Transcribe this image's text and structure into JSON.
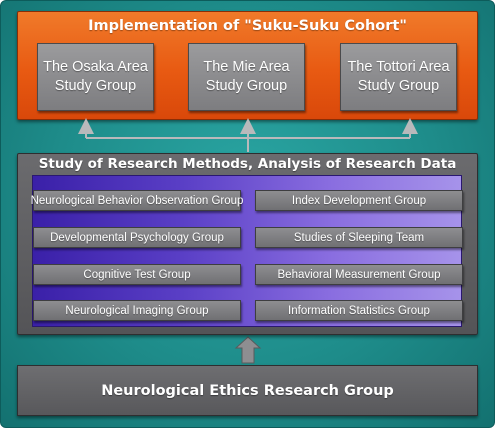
{
  "top_panel": {
    "title": "Implementation of \"Suku-Suku Cohort\"",
    "areas": [
      "The Osaka Area\nStudy Group",
      "The Mie Area\nStudy Group",
      "The Tottori Area\nStudy Group"
    ]
  },
  "middle_panel": {
    "title": "Study of Research Methods, Analysis of Research Data",
    "groups_left": [
      "Neurological Behavior Observation Group",
      "Developmental Psychology Group",
      "Cognitive Test Group",
      "Neurological Imaging Group"
    ],
    "groups_right": [
      "Index Development Group",
      "Studies of Sleeping Team",
      "Behavioral Measurement Group",
      "Information Statistics Group"
    ]
  },
  "bottom_panel": {
    "title": "Neurological Ethics Research Group"
  },
  "colors": {
    "background_teal": "#1e8c8a",
    "top_panel_orange": "#e85a12",
    "box_gray": "#7d7d80",
    "panel_gray": "#5c5c5f",
    "purple_gradient_start": "#3a20a8",
    "purple_gradient_end": "#a693ea"
  }
}
